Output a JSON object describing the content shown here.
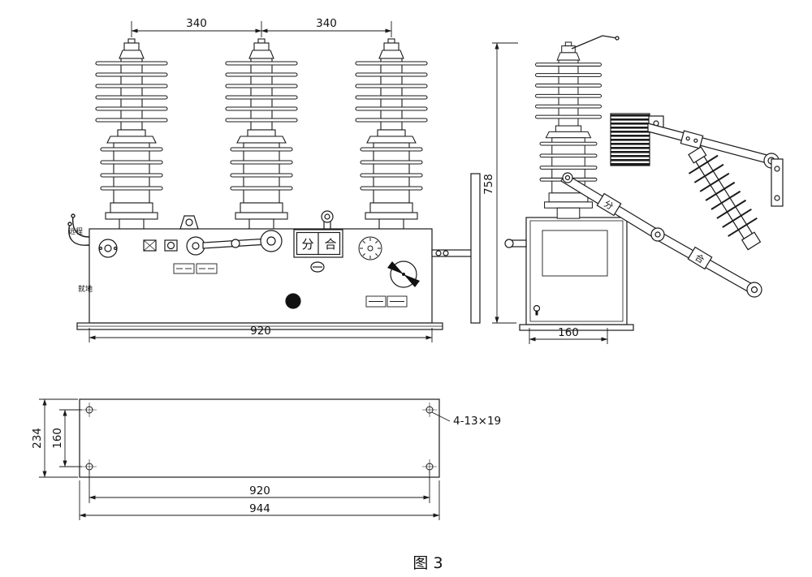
{
  "figure": {
    "caption": "图 3"
  },
  "front_view": {
    "dims": {
      "bushing_pitch_left": "340",
      "bushing_pitch_right": "340",
      "body_width": "920"
    },
    "labels": {
      "remote": "远程",
      "local": "就地"
    },
    "plate": {
      "open": "分",
      "close": "合"
    }
  },
  "side_view": {
    "dims": {
      "overall_height": "758",
      "base_depth": "160"
    },
    "plates": {
      "open": "分",
      "close": "合"
    }
  },
  "bottom_view": {
    "dims": {
      "overall_height": "234",
      "hole_pitch_vertical": "160",
      "hole_pitch_horizontal": "920",
      "overall_width": "944"
    },
    "hole_note": "4-13×19"
  }
}
